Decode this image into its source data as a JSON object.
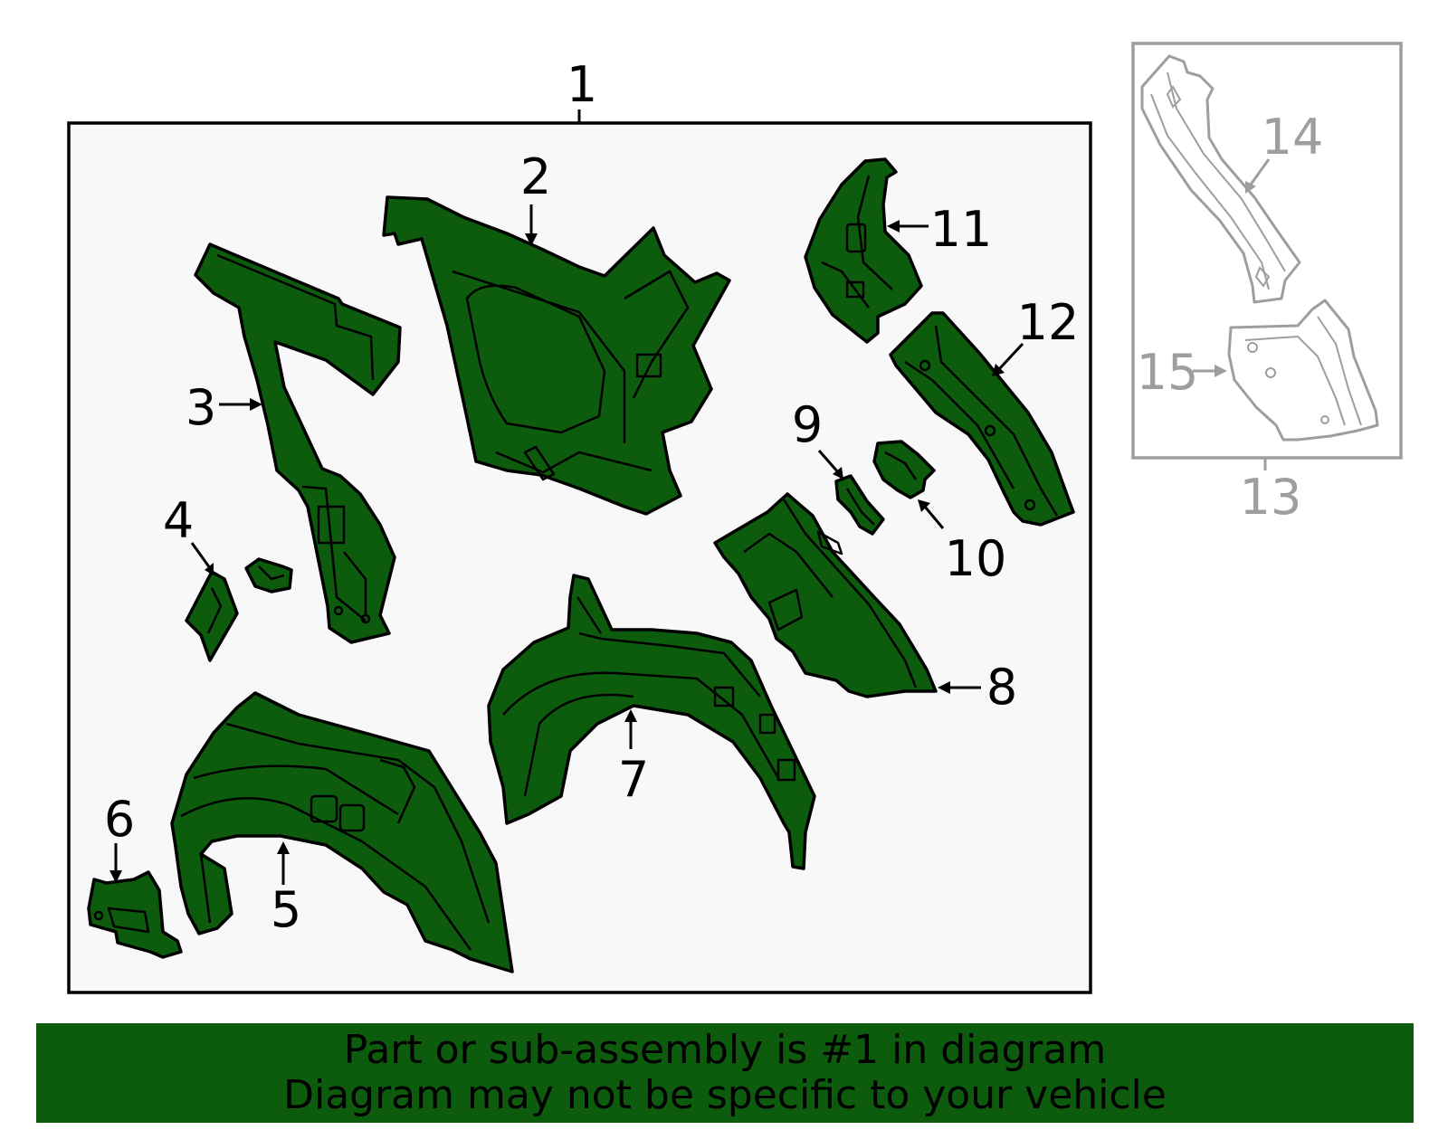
{
  "colors": {
    "part_fill": "#0d5c0d",
    "panel_background": "#f8f8f8",
    "inset_outline": "#9e9e9e",
    "banner_background": "#0d5c0d"
  },
  "callouts": {
    "c1": "1",
    "c2": "2",
    "c3": "3",
    "c4": "4",
    "c5": "5",
    "c6": "6",
    "c7": "7",
    "c8": "8",
    "c9": "9",
    "c10": "10",
    "c11": "11",
    "c12": "12",
    "c13": "13",
    "c14": "14",
    "c15": "15"
  },
  "banner": {
    "line1": "Part or sub-assembly is #1 in diagram",
    "line2": "Diagram may not be specific to your vehicle"
  }
}
